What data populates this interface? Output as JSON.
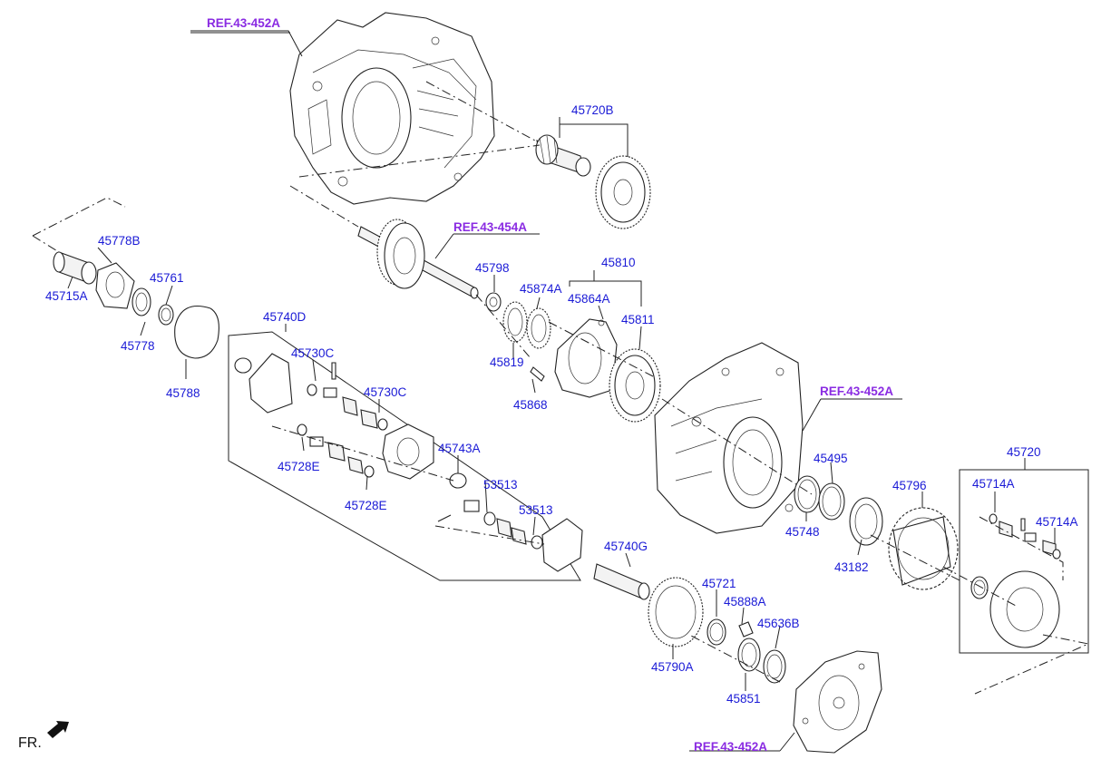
{
  "refs": [
    "REF.43-452A",
    "REF.43-454A",
    "REF.43-452A",
    "REF.43-452A"
  ],
  "parts": [
    "45720B",
    "45778B",
    "45761",
    "45715A",
    "45778",
    "45788",
    "45798",
    "45810",
    "45874A",
    "45864A",
    "45811",
    "45819",
    "45868",
    "45740D",
    "45730C",
    "45730C",
    "45728E",
    "45728E",
    "45743A",
    "53513",
    "53513",
    "45495",
    "45748",
    "45796",
    "43182",
    "45720",
    "45714A",
    "45714A",
    "45740G",
    "45721",
    "45888A",
    "45636B",
    "45790A",
    "45851"
  ],
  "direction_label": "FR."
}
